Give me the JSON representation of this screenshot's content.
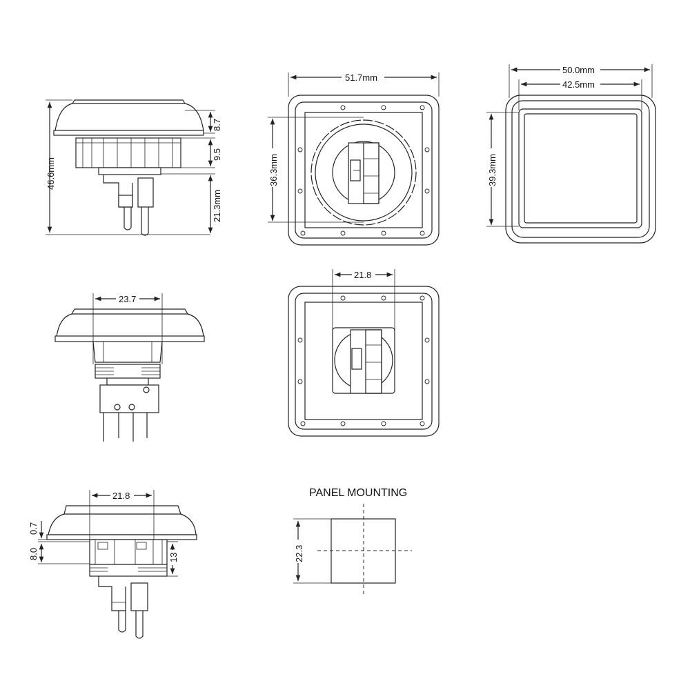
{
  "views": {
    "side_top": {
      "height_total": "46.6mm",
      "cap_height": "8.7",
      "body_height": "9.5",
      "switch_height": "21.3mm"
    },
    "front_top": {
      "width": "51.7mm",
      "inner_height": "36.3mm"
    },
    "back_top": {
      "outer_width": "50.0mm",
      "inner_width": "42.5mm",
      "inner_height": "39.3mm"
    },
    "side_middle": {
      "body_width": "23.7"
    },
    "front_middle": {
      "switch_width": "21.8"
    },
    "side_bottom": {
      "body_width": "21.8",
      "flange": "0.7",
      "panel": "8.0",
      "thread": "13"
    },
    "panel_mounting": {
      "title": "PANEL MOUNTING",
      "hole_size": "22.3"
    }
  },
  "colors": {
    "line": "#222222",
    "background": "#ffffff"
  }
}
